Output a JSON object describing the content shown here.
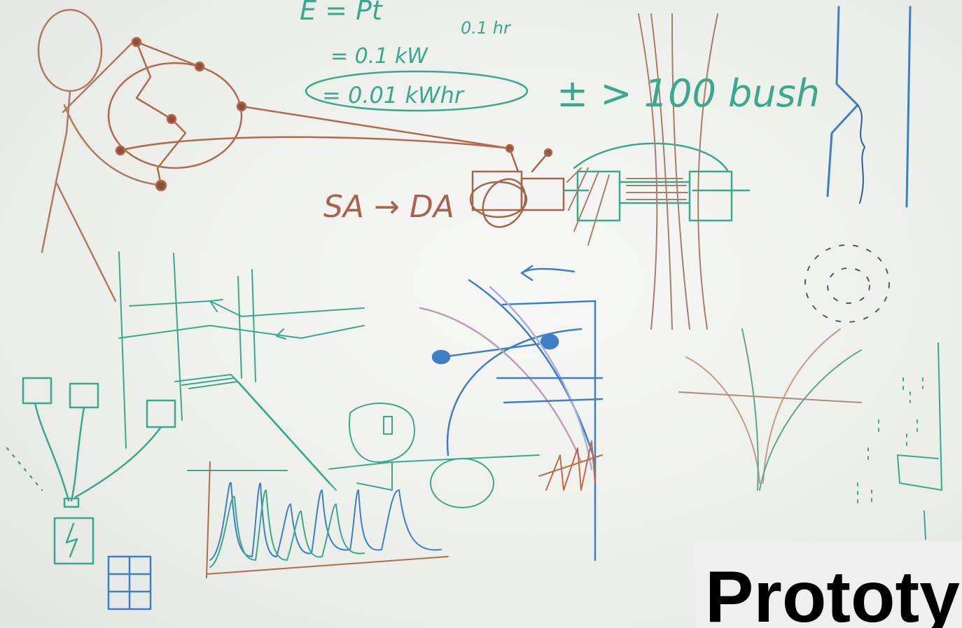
{
  "board": {
    "equation_line1": "E = Pt",
    "equation_line2": "= 0.1 kW",
    "equation_time": "0.1 hr",
    "equation_result": "= 0.01 kWhr",
    "comparison": "± > 100 bush",
    "flow_label": "SA → DA"
  },
  "caption": {
    "title": "Prototy"
  },
  "colors": {
    "teal_marker": "#3aa88e",
    "brown_marker": "#b06a4e",
    "blue_marker": "#3c7fc4",
    "board": "#eef1ec"
  }
}
